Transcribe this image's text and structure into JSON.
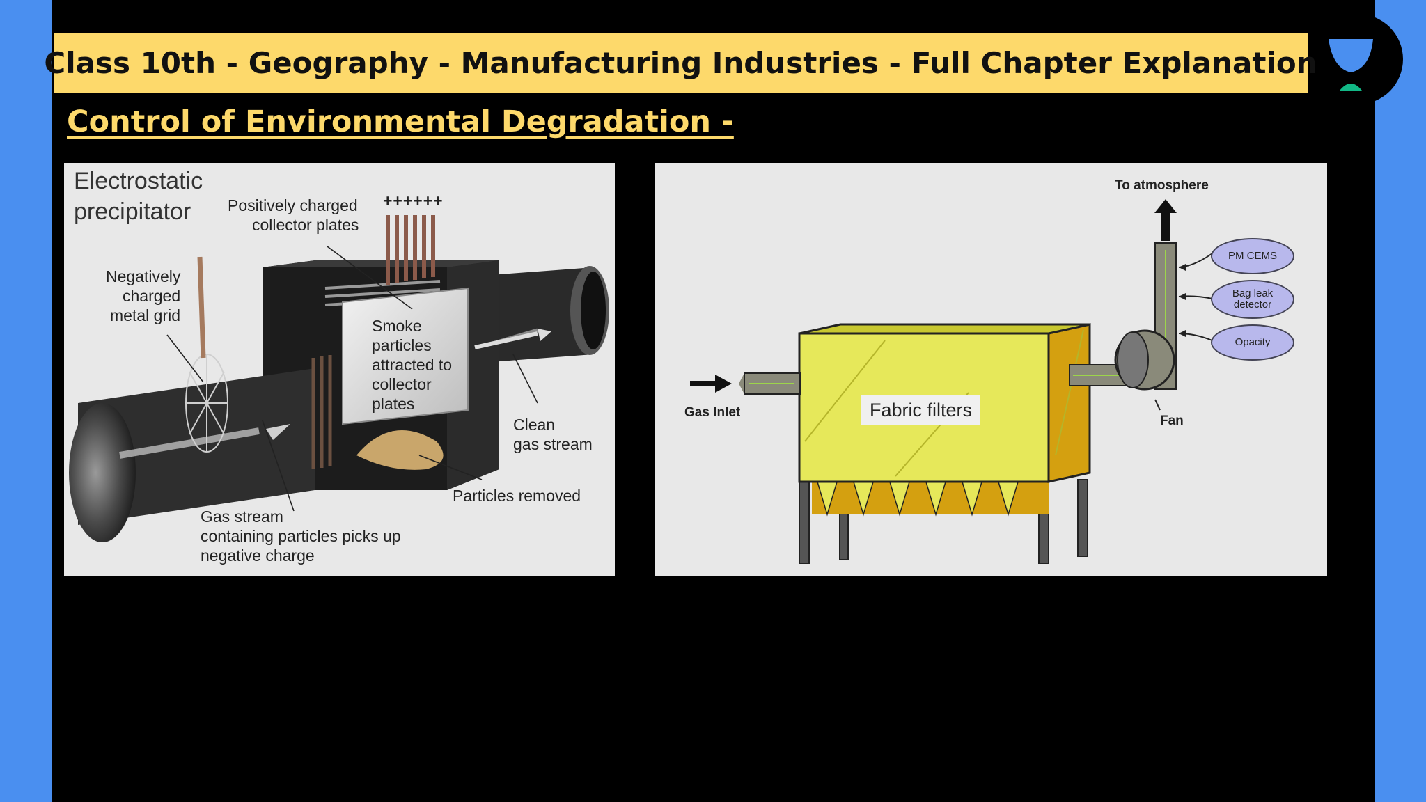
{
  "header": {
    "title": "Class 10th - Geography - Manufacturing Industries - Full Chapter Explanation"
  },
  "section": {
    "heading": "Control of Environmental Degradation -"
  },
  "esp_diagram": {
    "title_line1": "Electrostatic",
    "title_line2": "precipitator",
    "positive_plates_line1": "Positively charged",
    "positive_plates_line2": "collector plates",
    "plus_signs": "++++++",
    "negative_grid_line1": "Negatively",
    "negative_grid_line2": "charged",
    "negative_grid_line3": "metal grid",
    "smoke_line1": "Smoke",
    "smoke_line2": "particles",
    "smoke_line3": "attracted to",
    "smoke_line4": "collector",
    "smoke_line5": "plates",
    "clean_line1": "Clean",
    "clean_line2": "gas stream",
    "particles_removed": "Particles removed",
    "gas_stream_line1": "Gas stream",
    "gas_stream_line2": "containing particles picks up",
    "gas_stream_line3": "negative charge"
  },
  "fabric_diagram": {
    "to_atmosphere": "To atmosphere",
    "pm_cems": "PM CEMS",
    "bag_leak_line1": "Bag leak",
    "bag_leak_line2": "detector",
    "opacity": "Opacity",
    "gas_inlet": "Gas Inlet",
    "fabric_filters": "Fabric filters",
    "fan": "Fan"
  },
  "colors": {
    "title_bar": "#fdd96b",
    "heading_text": "#fdd96b",
    "side_background": "#4a8ff0",
    "baghouse": "#e6e85a",
    "logo_green": "#12b886"
  }
}
